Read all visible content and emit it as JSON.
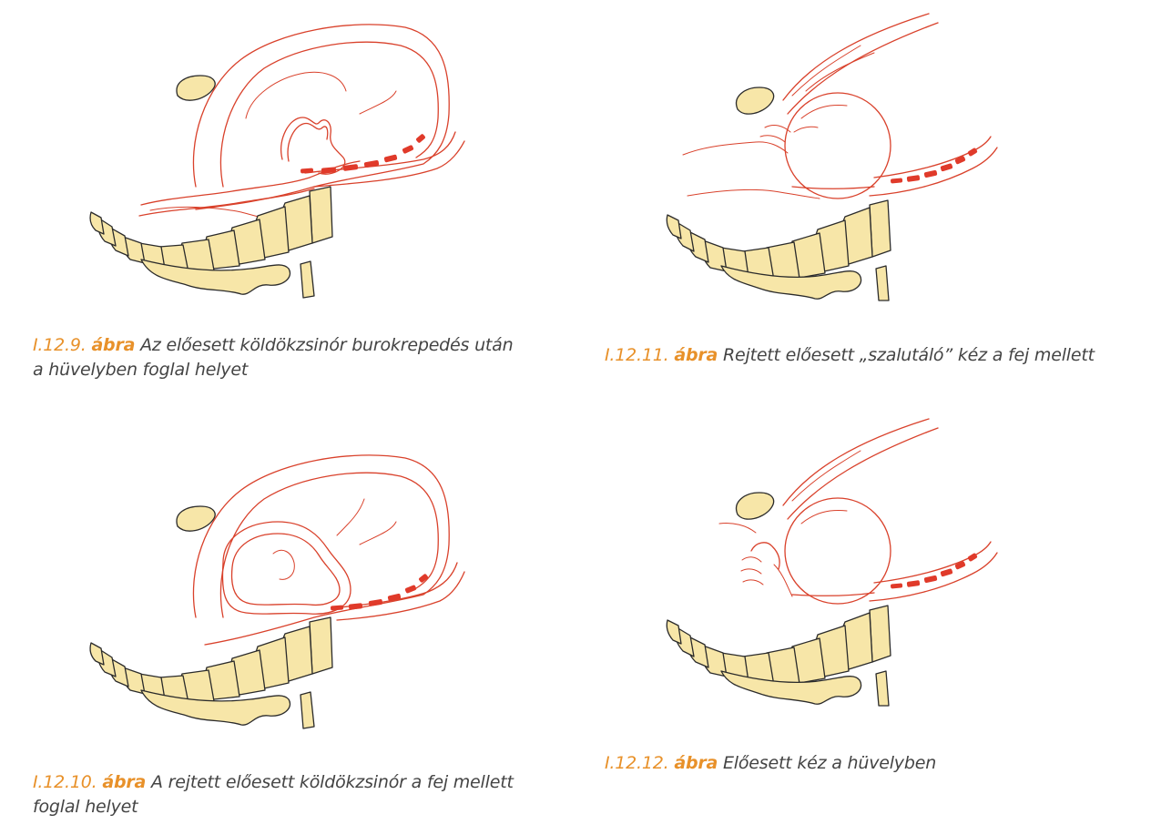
{
  "figures": [
    {
      "label_num": "I.12.9.",
      "label_word": "ábra",
      "caption_lines": [
        "Az előesett köldökzsinór burokrepedés után",
        "a hüvelyben foglal helyet"
      ],
      "illustration": "umbilical-cord-in-vagina"
    },
    {
      "label_num": "I.12.10.",
      "label_word": "ábra",
      "caption_lines": [
        "A rejtett előesett köldökzsinór a fej mellett",
        "foglal helyet"
      ],
      "illustration": "hidden-cord-beside-head"
    },
    {
      "label_num": "I.12.11.",
      "label_word": "ábra",
      "caption_lines": [
        "Rejtett előesett „szalutáló” kéz a fej mellett"
      ],
      "illustration": "saluting-hand-beside-head"
    },
    {
      "label_num": "I.12.12.",
      "label_word": "ábra",
      "caption_lines": [
        "Előesett kéz a hüvelyben"
      ],
      "illustration": "hand-in-vagina"
    }
  ],
  "colors": {
    "outline": "#d9412b",
    "bone_fill": "#f7e6a8",
    "label": "#e8912a",
    "caption_text": "#444444"
  }
}
